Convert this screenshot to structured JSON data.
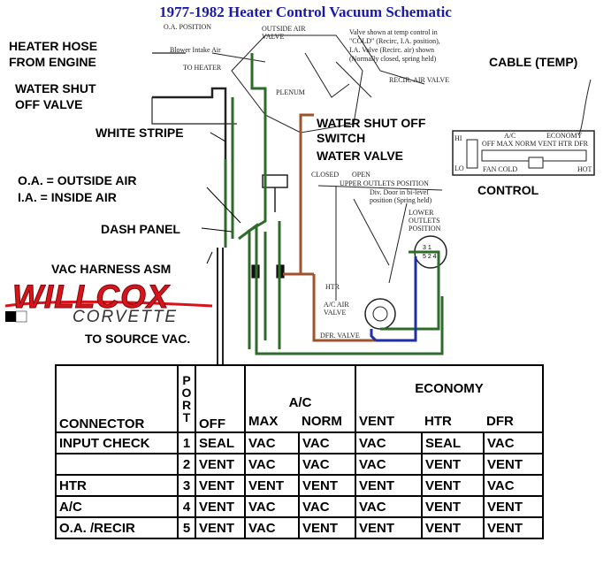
{
  "title": "1977-1982 Heater Control Vacuum Schematic",
  "labels": {
    "heater_hose": "HEATER HOSE",
    "from_engine": "FROM ENGINE",
    "water_shut": "WATER SHUT",
    "off_valve": "OFF VALVE",
    "white_stripe": "WHITE STRIPE",
    "oa_def": "O.A. = OUTSIDE AIR",
    "ia_def": "I.A. = INSIDE AIR",
    "dash_panel": "DASH PANEL",
    "vac_harness": "VAC HARNESS ASM",
    "to_source": "TO SOURCE VAC.",
    "water_shut_switch_1": "WATER SHUT OFF",
    "water_shut_switch_2": "SWITCH",
    "water_valve": "WATER VALVE",
    "cable_temp": "CABLE (TEMP)",
    "control": "CONTROL"
  },
  "small_text": {
    "oa_position": "O.A. POSITION",
    "outside_air_valve": "OUTSIDE AIR VALVE",
    "blower_intake": "Blower Intake Air",
    "to_heater": "TO HEATER",
    "valve_note_1": "Valve shown at temp control in",
    "valve_note_2": "\"COLD\" (Recirc, I.A. position),",
    "valve_note_3": "I.A. Valve (Recirc. air) shown",
    "valve_note_4": "(Normally closed, spring held)",
    "recir_air_valve": "RECIR. AIR VALVE",
    "plenum": "PLENUM",
    "closed": "CLOSED",
    "open": "OPEN",
    "upper_outlets": "UPPER OUTLETS POSITION",
    "div_door_1": "Div. Door in bi-level",
    "div_door_2": "position (Spring held)",
    "lower_outlets": "LOWER OUTLETS POSITION",
    "htr": "HTR",
    "ac_air_valve": "A/C AIR VALVE",
    "dfr_valve": "DFR. VALVE",
    "ctl_ac": "A/C",
    "ctl_economy": "ECONOMY",
    "ctl_modes": "OFF MAX NORM VENT HTR DFR",
    "ctl_hi": "HI",
    "ctl_lo": "LO",
    "ctl_fan_cold": "FAN COLD",
    "ctl_hot": "HOT"
  },
  "logo": {
    "main": "WILLCOX",
    "sub": "CORVETTE"
  },
  "table": {
    "headers": {
      "connector": "CONNECTOR",
      "port": "PORT",
      "off": "OFF",
      "ac": "A/C",
      "max": "MAX",
      "norm": "NORM",
      "economy": "ECONOMY",
      "vent": "VENT",
      "htr": "HTR",
      "dfr": "DFR"
    },
    "rows": [
      {
        "connector": "INPUT CHECK",
        "port": "1",
        "off": "SEAL",
        "max": "VAC",
        "norm": "VAC",
        "vent": "VAC",
        "htr": "SEAL",
        "dfr": "VAC"
      },
      {
        "connector": "",
        "port": "2",
        "off": "VENT",
        "max": "VAC",
        "norm": "VAC",
        "vent": "VAC",
        "htr": "VENT",
        "dfr": "VENT"
      },
      {
        "connector": "HTR",
        "port": "3",
        "off": "VENT",
        "max": "VENT",
        "norm": "VENT",
        "vent": "VENT",
        "htr": "VENT",
        "dfr": "VAC"
      },
      {
        "connector": "A/C",
        "port": "4",
        "off": "VENT",
        "max": "VAC",
        "norm": "VAC",
        "vent": "VAC",
        "htr": "VENT",
        "dfr": "VENT"
      },
      {
        "connector": "O.A. /RECIR",
        "port": "5",
        "off": "VENT",
        "max": "VAC",
        "norm": "VENT",
        "vent": "VENT",
        "htr": "VENT",
        "dfr": "VENT"
      }
    ]
  },
  "colors": {
    "title": "#1a1aa6",
    "hose_green": "#2e6b2a",
    "hose_brown": "#a0522d",
    "hose_blue": "#1c2fa8",
    "logo_red": "#d7141b"
  }
}
